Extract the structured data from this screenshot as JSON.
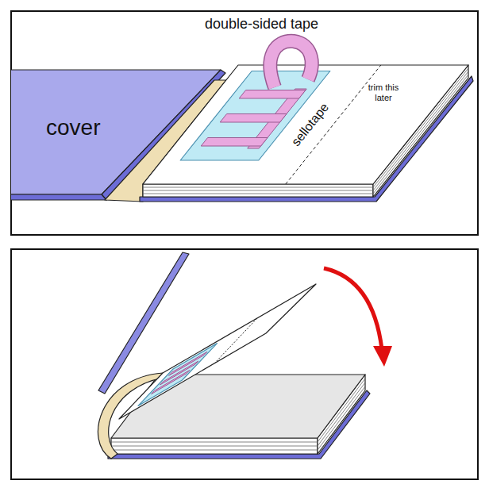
{
  "diagram": {
    "labels": [
      "double-sided tape",
      "cover",
      "sellotape",
      "trim this later"
    ]
  }
}
